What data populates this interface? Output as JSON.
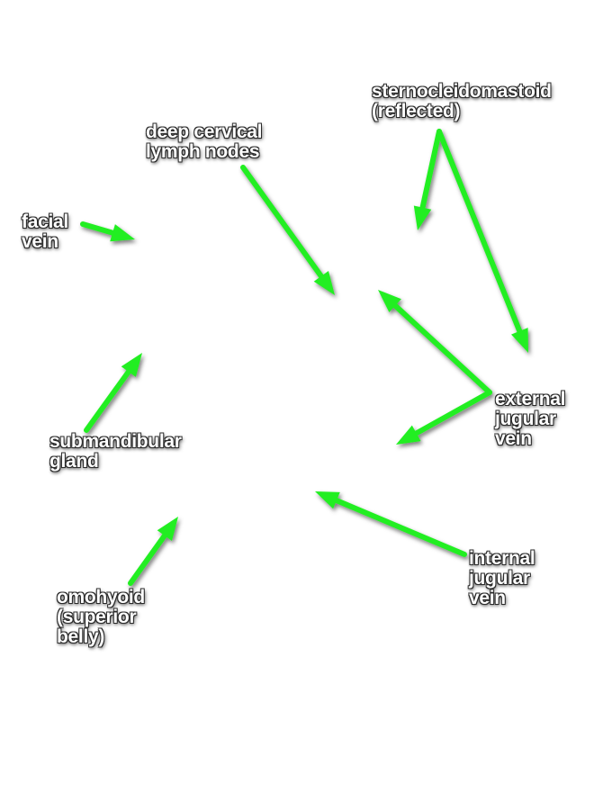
{
  "colors": {
    "background": "#ffffff",
    "arrow": "#22ee22",
    "label_text": "#ffffff",
    "label_outline": "#2a2a2a"
  },
  "labels": {
    "sternocleidomastoid": {
      "line1": "sternocleidomastoid",
      "line2": "(reflected)"
    },
    "deep_cervical": {
      "line1": "deep cervical",
      "line2": "lymph nodes"
    },
    "facial_vein": {
      "line1": "facial",
      "line2": "vein"
    },
    "submandibular": {
      "line1": "submandibular",
      "line2": "gland"
    },
    "external_jugular": {
      "line1": "external",
      "line2": "jugular",
      "line3": "vein"
    },
    "internal_jugular": {
      "line1": "internal",
      "line2": "jugular",
      "line3": "vein"
    },
    "omohyoid": {
      "line1": "omohyoid",
      "line2": "(superior",
      "line3": "belly)"
    }
  }
}
